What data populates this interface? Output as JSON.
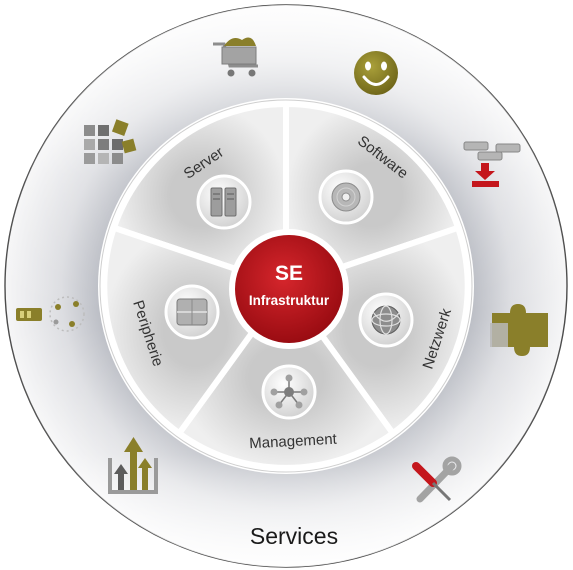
{
  "center": {
    "line1": "SE",
    "line2": "Infrastruktur"
  },
  "segments": [
    {
      "label": "Server",
      "icon": "server-rack-icon"
    },
    {
      "label": "Software",
      "icon": "cd-disc-icon"
    },
    {
      "label": "Netzwerk",
      "icon": "globe-network-icon"
    },
    {
      "label": "Management",
      "icon": "management-nodes-icon"
    },
    {
      "label": "Peripherie",
      "icon": "peripheral-device-icon"
    }
  ],
  "outer_ring": {
    "label": "Services"
  },
  "service_icons": [
    "shopping-cart-icon",
    "smiley-face-icon",
    "download-stack-icon",
    "puzzle-piece-icon",
    "tools-wrench-screwdriver-icon",
    "growth-arrows-icon",
    "network-connection-icon",
    "tiles-grid-icon"
  ],
  "colors": {
    "accent_red": "#b7141a",
    "olive": "#8a7f2a",
    "ring_gray": "#8d919c",
    "segment_gray": "#d6d6d6"
  }
}
